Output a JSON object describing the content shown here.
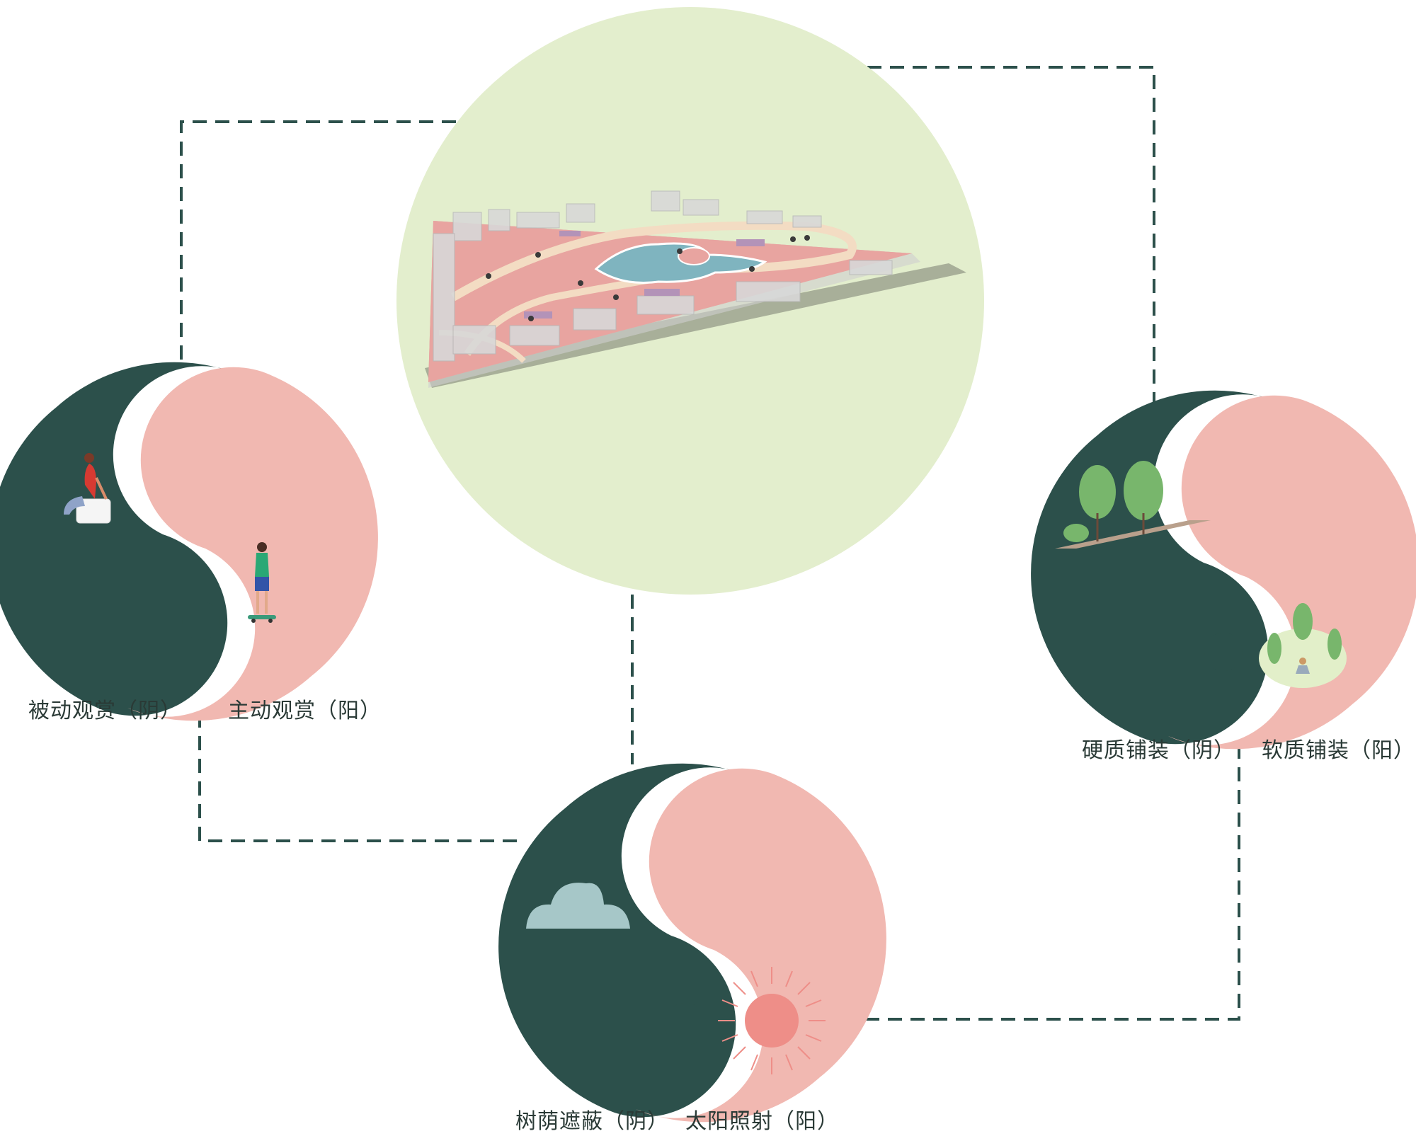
{
  "colors": {
    "yin": "#2c504b",
    "yang": "#f1b8b1",
    "map_circle": "#e3eecd",
    "connector": "#2c504b",
    "pink_dot": "#f1b8b1",
    "cloud": "#a6c7c8",
    "sun": "#ee8e88",
    "site_ground": "#e8a4a0",
    "water": "#7fb4bf",
    "tree": "#7fb56a",
    "tree_trunk": "#6b4a3a",
    "path": "#f3dcc3",
    "building": "#d8d8d8"
  },
  "labels": {
    "left_yin": "被动观赏（阴）",
    "left_yang": "主动观赏（阳）",
    "right_yin": "硬质铺装（阴）",
    "right_yang": "软质铺装（阳）",
    "bottom_yin": "树荫遮蔽（阴）",
    "bottom_yang": "太阳照射（阳）"
  },
  "icons": {
    "left_yin": "person-sitting-icon",
    "left_yang": "skateboarder-icon",
    "right_yin": "trees-hard-paving-icon",
    "right_yang": "meditation-lawn-icon",
    "bottom_yin": "cloud-icon",
    "bottom_yang": "sun-icon",
    "center": "park-site-map"
  }
}
